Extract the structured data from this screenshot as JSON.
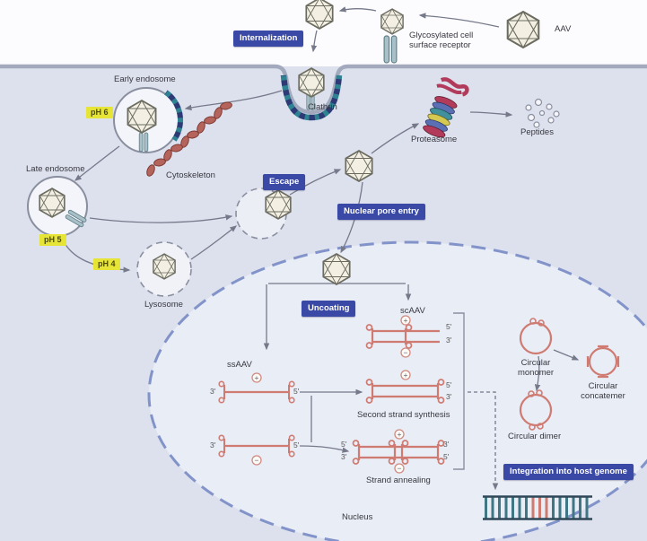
{
  "extracellular": {
    "aav_label": "AAV",
    "receptor_label": "Glycosylated cell surface receptor"
  },
  "badges": {
    "internalization": "Internalization",
    "escape": "Escape",
    "nuclear_pore_entry": "Nuclear pore entry",
    "uncoating": "Uncoating",
    "integration": "Integration into host genome"
  },
  "ph": {
    "ph6": "pH 6",
    "ph5": "pH 5",
    "ph4": "pH 4"
  },
  "organelles": {
    "early_endosome": "Early endosome",
    "late_endosome": "Late endosome",
    "lysosome": "Lysosome",
    "cytoskeleton": "Cytoskeleton",
    "clathrin": "Clathrin",
    "proteasome": "Proteasome",
    "peptides": "Peptides"
  },
  "nucleus": {
    "label": "Nucleus",
    "scaav": "scAAV",
    "ssaav": "ssAAV",
    "second_strand": "Second strand synthesis",
    "strand_annealing": "Strand annealing",
    "circular_monomer": "Circular monomer",
    "circular_dimer": "Circular dimer",
    "circular_concatemer": "Circular concatemer"
  },
  "marks": {
    "p5": "5'",
    "p3": "3'",
    "plus": "+",
    "minus": "−"
  },
  "colors": {
    "badge_bg": "#3a49a5",
    "ph_bg": "#e7e438",
    "cell_bg": "#dde1ee",
    "nucleus_bg": "#e9edf6",
    "membrane": "#a3aabe",
    "virus_fill": "#f3f0e3",
    "dna": "#cf7b72",
    "clathrin_teal": "#2e8291",
    "clathrin_navy": "#2d3a75"
  }
}
